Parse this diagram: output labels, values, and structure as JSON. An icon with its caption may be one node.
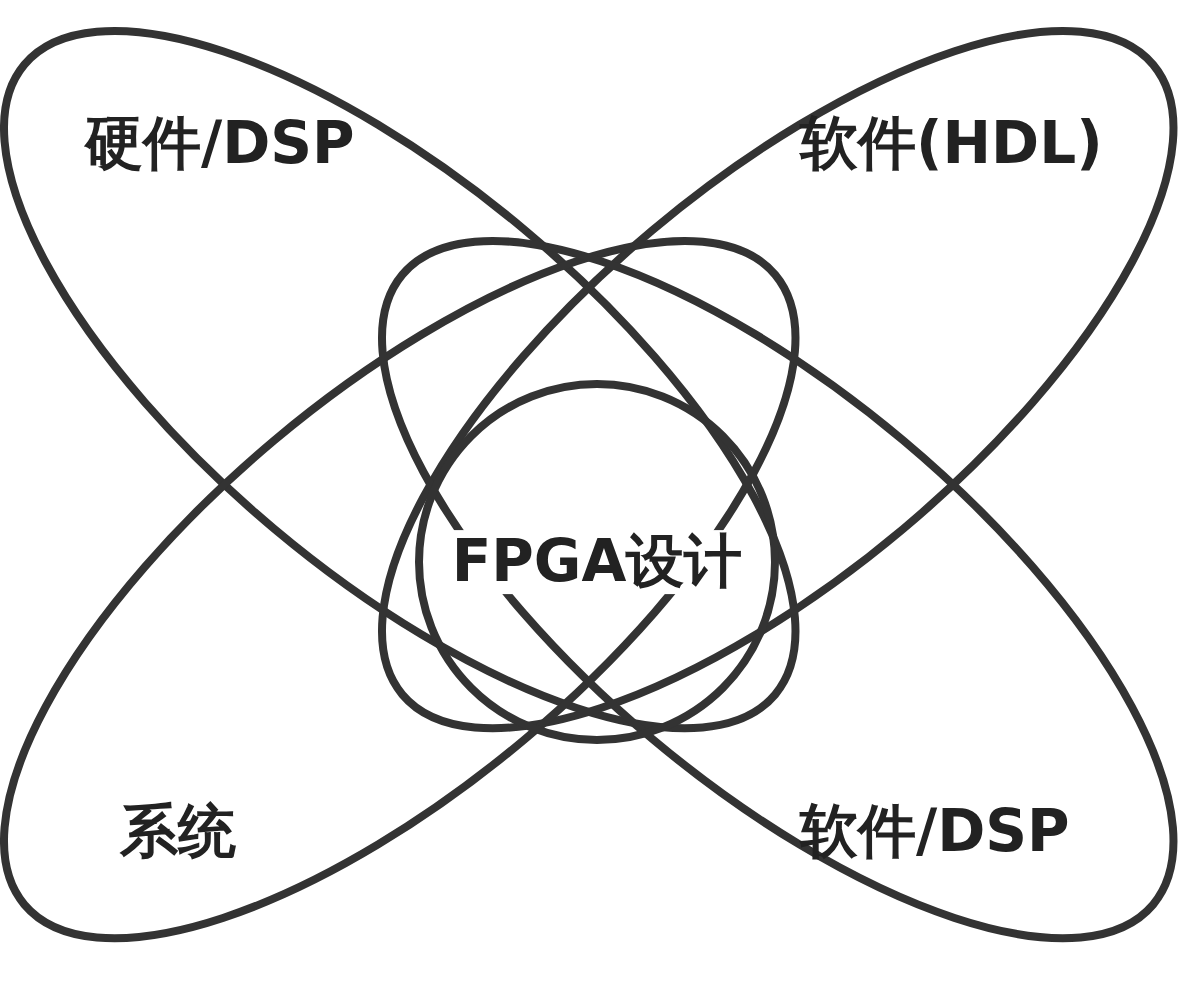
{
  "diagram": {
    "nodes": [
      {
        "text": [
          "硬件/DSP"
        ]
      },
      {
        "text": [
          "软件(HDL)"
        ]
      },
      {
        "text": [
          "系统"
        ]
      },
      {
        "text": [
          "软件/DSP"
        ]
      },
      {
        "text": [
          "FPGA设计"
        ]
      }
    ]
  }
}
